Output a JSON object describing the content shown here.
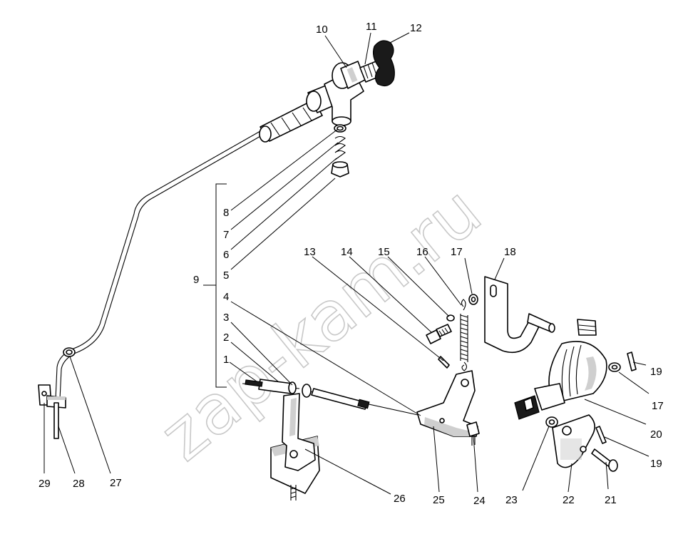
{
  "watermark": "zap-kam.ru",
  "labels": {
    "l1": "1",
    "l2": "2",
    "l3": "3",
    "l4": "4",
    "l5": "5",
    "l6": "6",
    "l7": "7",
    "l8": "8",
    "l9": "9",
    "l10": "10",
    "l11": "11",
    "l12": "12",
    "l13": "13",
    "l14": "14",
    "l15": "15",
    "l16": "16",
    "l17a": "17",
    "l17b": "17",
    "l18": "18",
    "l19a": "19",
    "l19b": "19",
    "l20": "20",
    "l21": "21",
    "l22": "22",
    "l23": "23",
    "l24": "24",
    "l25": "25",
    "l26": "26",
    "l27": "27",
    "l28": "28",
    "l29": "29"
  }
}
